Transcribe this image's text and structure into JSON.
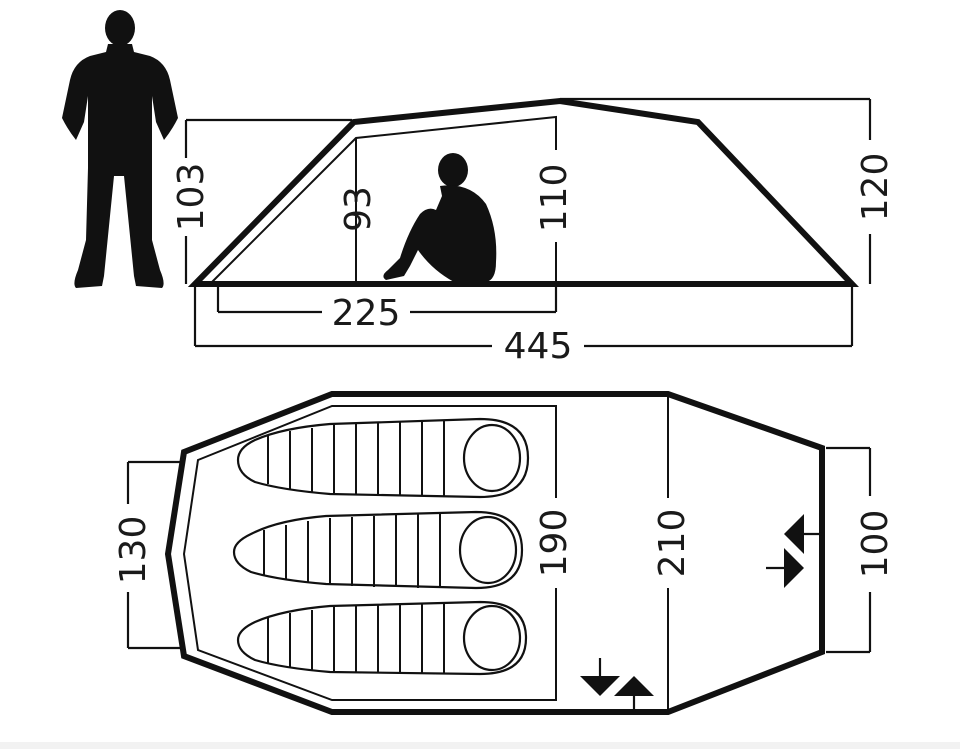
{
  "side_view": {
    "inner_height_a": "103",
    "inner_height_b": "93",
    "inner_height_c": "110",
    "outer_height": "120",
    "inner_length": "225",
    "total_length": "445"
  },
  "top_view": {
    "foot_width": "130",
    "inner_length": "190",
    "total_width": "210",
    "vestibule_width": "100"
  },
  "icons": {
    "standing_person": "standing-person-icon",
    "sitting_person": "sitting-person-icon",
    "sleeping_bag": "sleeping-bag-icon",
    "entrance_arrows": "entrance-arrows-icon"
  }
}
